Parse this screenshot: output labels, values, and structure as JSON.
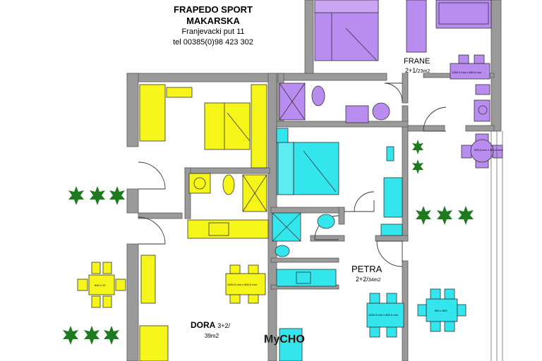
{
  "header": {
    "company": "FRAPEDO SPORT",
    "city": "MAKARSKA",
    "address": "Franjevacki put 11",
    "phone": "tel 00385(0)98 423 302"
  },
  "apartments": {
    "frane": {
      "name": "FRANE",
      "size": "2+1/",
      "area": "23m2",
      "color": "#b98cf0"
    },
    "petra": {
      "name": "PETRA",
      "size": "2+2/",
      "area": "34m2",
      "color": "#33e6ee"
    },
    "dora": {
      "name": "DORA",
      "size": "3+2/",
      "area": "39m2",
      "color": "#f5f51a"
    }
  },
  "dimensions": {
    "frane_table": "1260,0 mm x 680,0 mm",
    "frane_round_table": "900,0 mm x 560,0 mm",
    "dora_table": "1460,0 mm x 800,0 mm",
    "petra_table": "1200,0 mm x 800,0 mm",
    "dora_outdoor_table": "800 x 10",
    "petra_outdoor_table": "800 x 800"
  },
  "watermark": "MyCHO",
  "colors": {
    "wall": "#9a9a9a",
    "wall_edge": "#5a5a5a",
    "plant": "#1f7a1f",
    "outline": "#333333"
  }
}
